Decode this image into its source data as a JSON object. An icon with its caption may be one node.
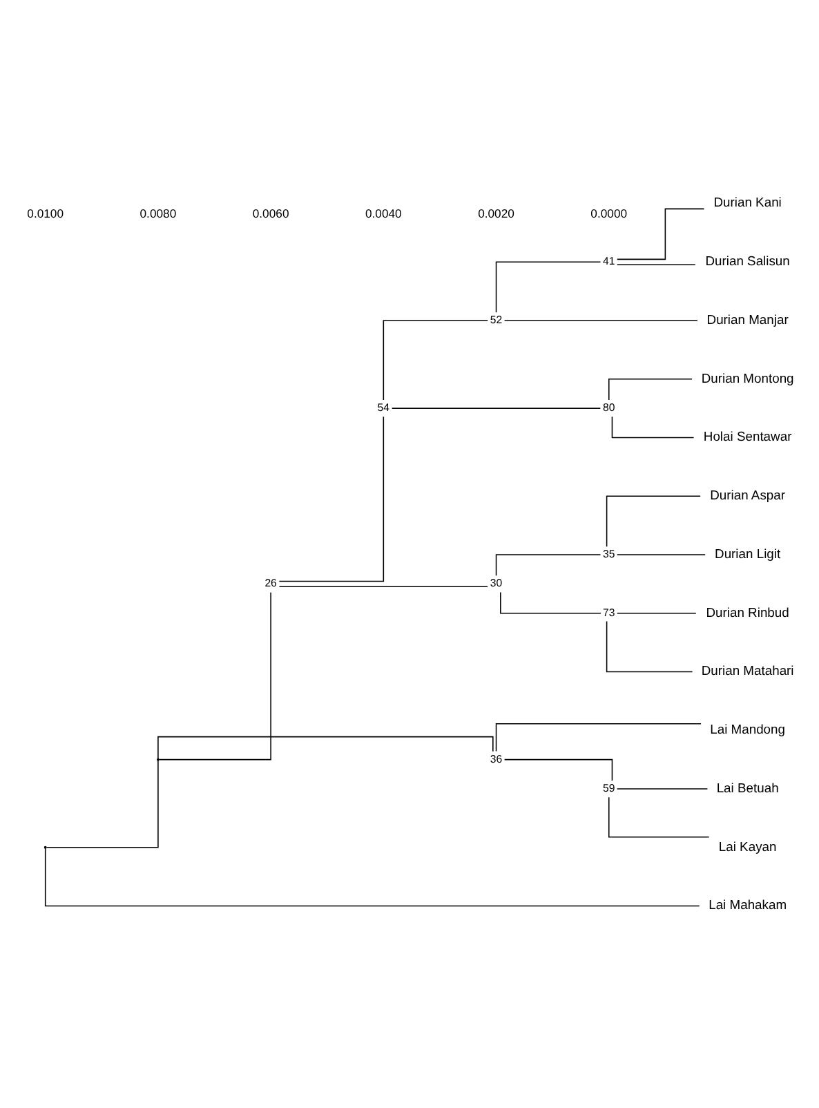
{
  "diagram": {
    "nodes": [
      {
        "text": [],
        "shape": "point"
      },
      {
        "text": [],
        "shape": "point"
      },
      {
        "text": [],
        "shape": "point",
        "beside": [
          "26"
        ]
      },
      {
        "text": [],
        "shape": "point",
        "beside": [
          "54"
        ]
      },
      {
        "text": [],
        "shape": "point",
        "beside": [
          "52"
        ]
      },
      {
        "text": [],
        "shape": "point",
        "beside": [
          "41"
        ]
      },
      {
        "text": [
          "Durian Kani"
        ]
      },
      {
        "text": [
          "Durian Salisun"
        ]
      },
      {
        "text": [
          "Durian Manjar"
        ]
      },
      {
        "text": [],
        "shape": "point",
        "beside": [
          "80"
        ]
      },
      {
        "text": [
          "Durian Montong"
        ]
      },
      {
        "text": [
          "Holai Sentawar"
        ]
      },
      {
        "text": [],
        "shape": "point",
        "beside": [
          "30"
        ]
      },
      {
        "text": [],
        "shape": "point",
        "beside": [
          "35"
        ]
      },
      {
        "text": [
          "Durian Aspar"
        ]
      },
      {
        "text": [
          "Durian Ligit"
        ]
      },
      {
        "text": [],
        "shape": "point",
        "beside": [
          "73"
        ]
      },
      {
        "text": [
          "Durian Rinbud"
        ]
      },
      {
        "text": [
          "Durian Matahari"
        ]
      },
      {
        "text": [],
        "shape": "point",
        "beside": [
          "36"
        ]
      },
      {
        "text": [
          "Lai Mandong"
        ]
      },
      {
        "text": [],
        "shape": "point",
        "beside": [
          "59"
        ]
      },
      {
        "text": [
          "Lai Betuah"
        ]
      },
      {
        "text": [
          "Lai Kayan"
        ]
      },
      {
        "text": [
          "Lai Mahakam"
        ]
      }
    ],
    "edges": [
      {
        "from": 0,
        "to": 1,
        "arrow": "none"
      },
      {
        "from": 1,
        "to": 2,
        "arrow": "none"
      },
      {
        "from": 2,
        "to": 3,
        "arrow": "none"
      },
      {
        "from": 3,
        "to": 4,
        "arrow": "none"
      },
      {
        "from": 4,
        "to": 5,
        "arrow": "none"
      },
      {
        "from": 5,
        "to": 6,
        "arrow": "none"
      },
      {
        "from": 5,
        "to": 7,
        "arrow": "none"
      },
      {
        "from": 4,
        "to": 8,
        "arrow": "none"
      },
      {
        "from": 3,
        "to": 9,
        "arrow": "none"
      },
      {
        "from": 9,
        "to": 10,
        "arrow": "none"
      },
      {
        "from": 9,
        "to": 11,
        "arrow": "none"
      },
      {
        "from": 2,
        "to": 12,
        "arrow": "none"
      },
      {
        "from": 12,
        "to": 13,
        "arrow": "none"
      },
      {
        "from": 13,
        "to": 14,
        "arrow": "none"
      },
      {
        "from": 13,
        "to": 15,
        "arrow": "none"
      },
      {
        "from": 12,
        "to": 16,
        "arrow": "none"
      },
      {
        "from": 16,
        "to": 17,
        "arrow": "none"
      },
      {
        "from": 16,
        "to": 18,
        "arrow": "none"
      },
      {
        "from": 1,
        "to": 19,
        "arrow": "none"
      },
      {
        "from": 19,
        "to": 20,
        "arrow": "none"
      },
      {
        "from": 19,
        "to": 21,
        "arrow": "none"
      },
      {
        "from": 21,
        "to": 22,
        "arrow": "none"
      },
      {
        "from": 21,
        "to": 23,
        "arrow": "none"
      },
      {
        "from": 0,
        "to": 24,
        "arrow": "none"
      }
    ],
    "labels": [
      "0.0100",
      "0.0080",
      "0.0060",
      "0.0040",
      "0.0020",
      "0.0000"
    ]
  }
}
